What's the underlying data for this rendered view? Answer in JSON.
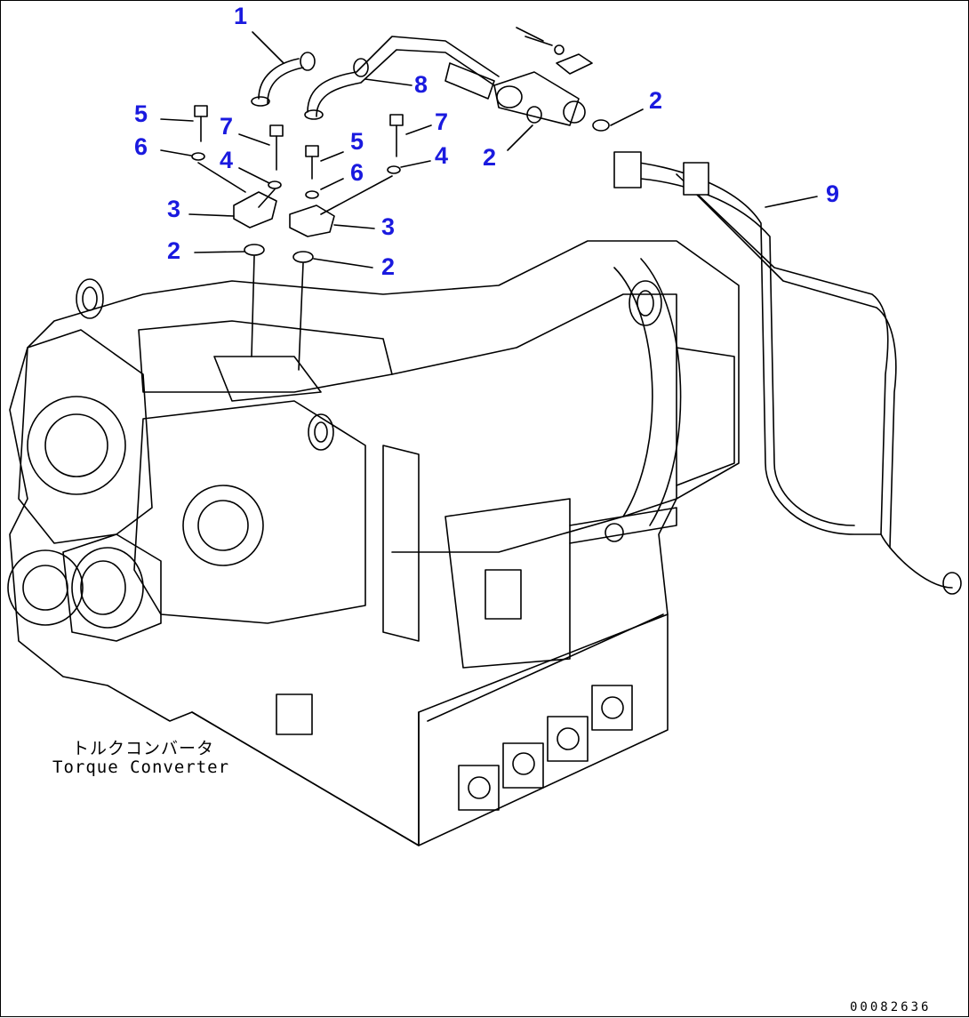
{
  "caption": {
    "japanese": "トルクコンバータ",
    "english": "Torque Converter"
  },
  "document_id": "00082636",
  "callouts": [
    {
      "label": "1"
    },
    {
      "label": "8"
    },
    {
      "label": "5"
    },
    {
      "label": "7"
    },
    {
      "label": "6"
    },
    {
      "label": "4"
    },
    {
      "label": "5"
    },
    {
      "label": "6"
    },
    {
      "label": "7"
    },
    {
      "label": "4"
    },
    {
      "label": "3"
    },
    {
      "label": "3"
    },
    {
      "label": "2"
    },
    {
      "label": "2"
    },
    {
      "label": "2"
    },
    {
      "label": "2"
    },
    {
      "label": "9"
    }
  ],
  "colors": {
    "callout": "#1a1adf",
    "line": "#000000",
    "background": "#ffffff"
  }
}
